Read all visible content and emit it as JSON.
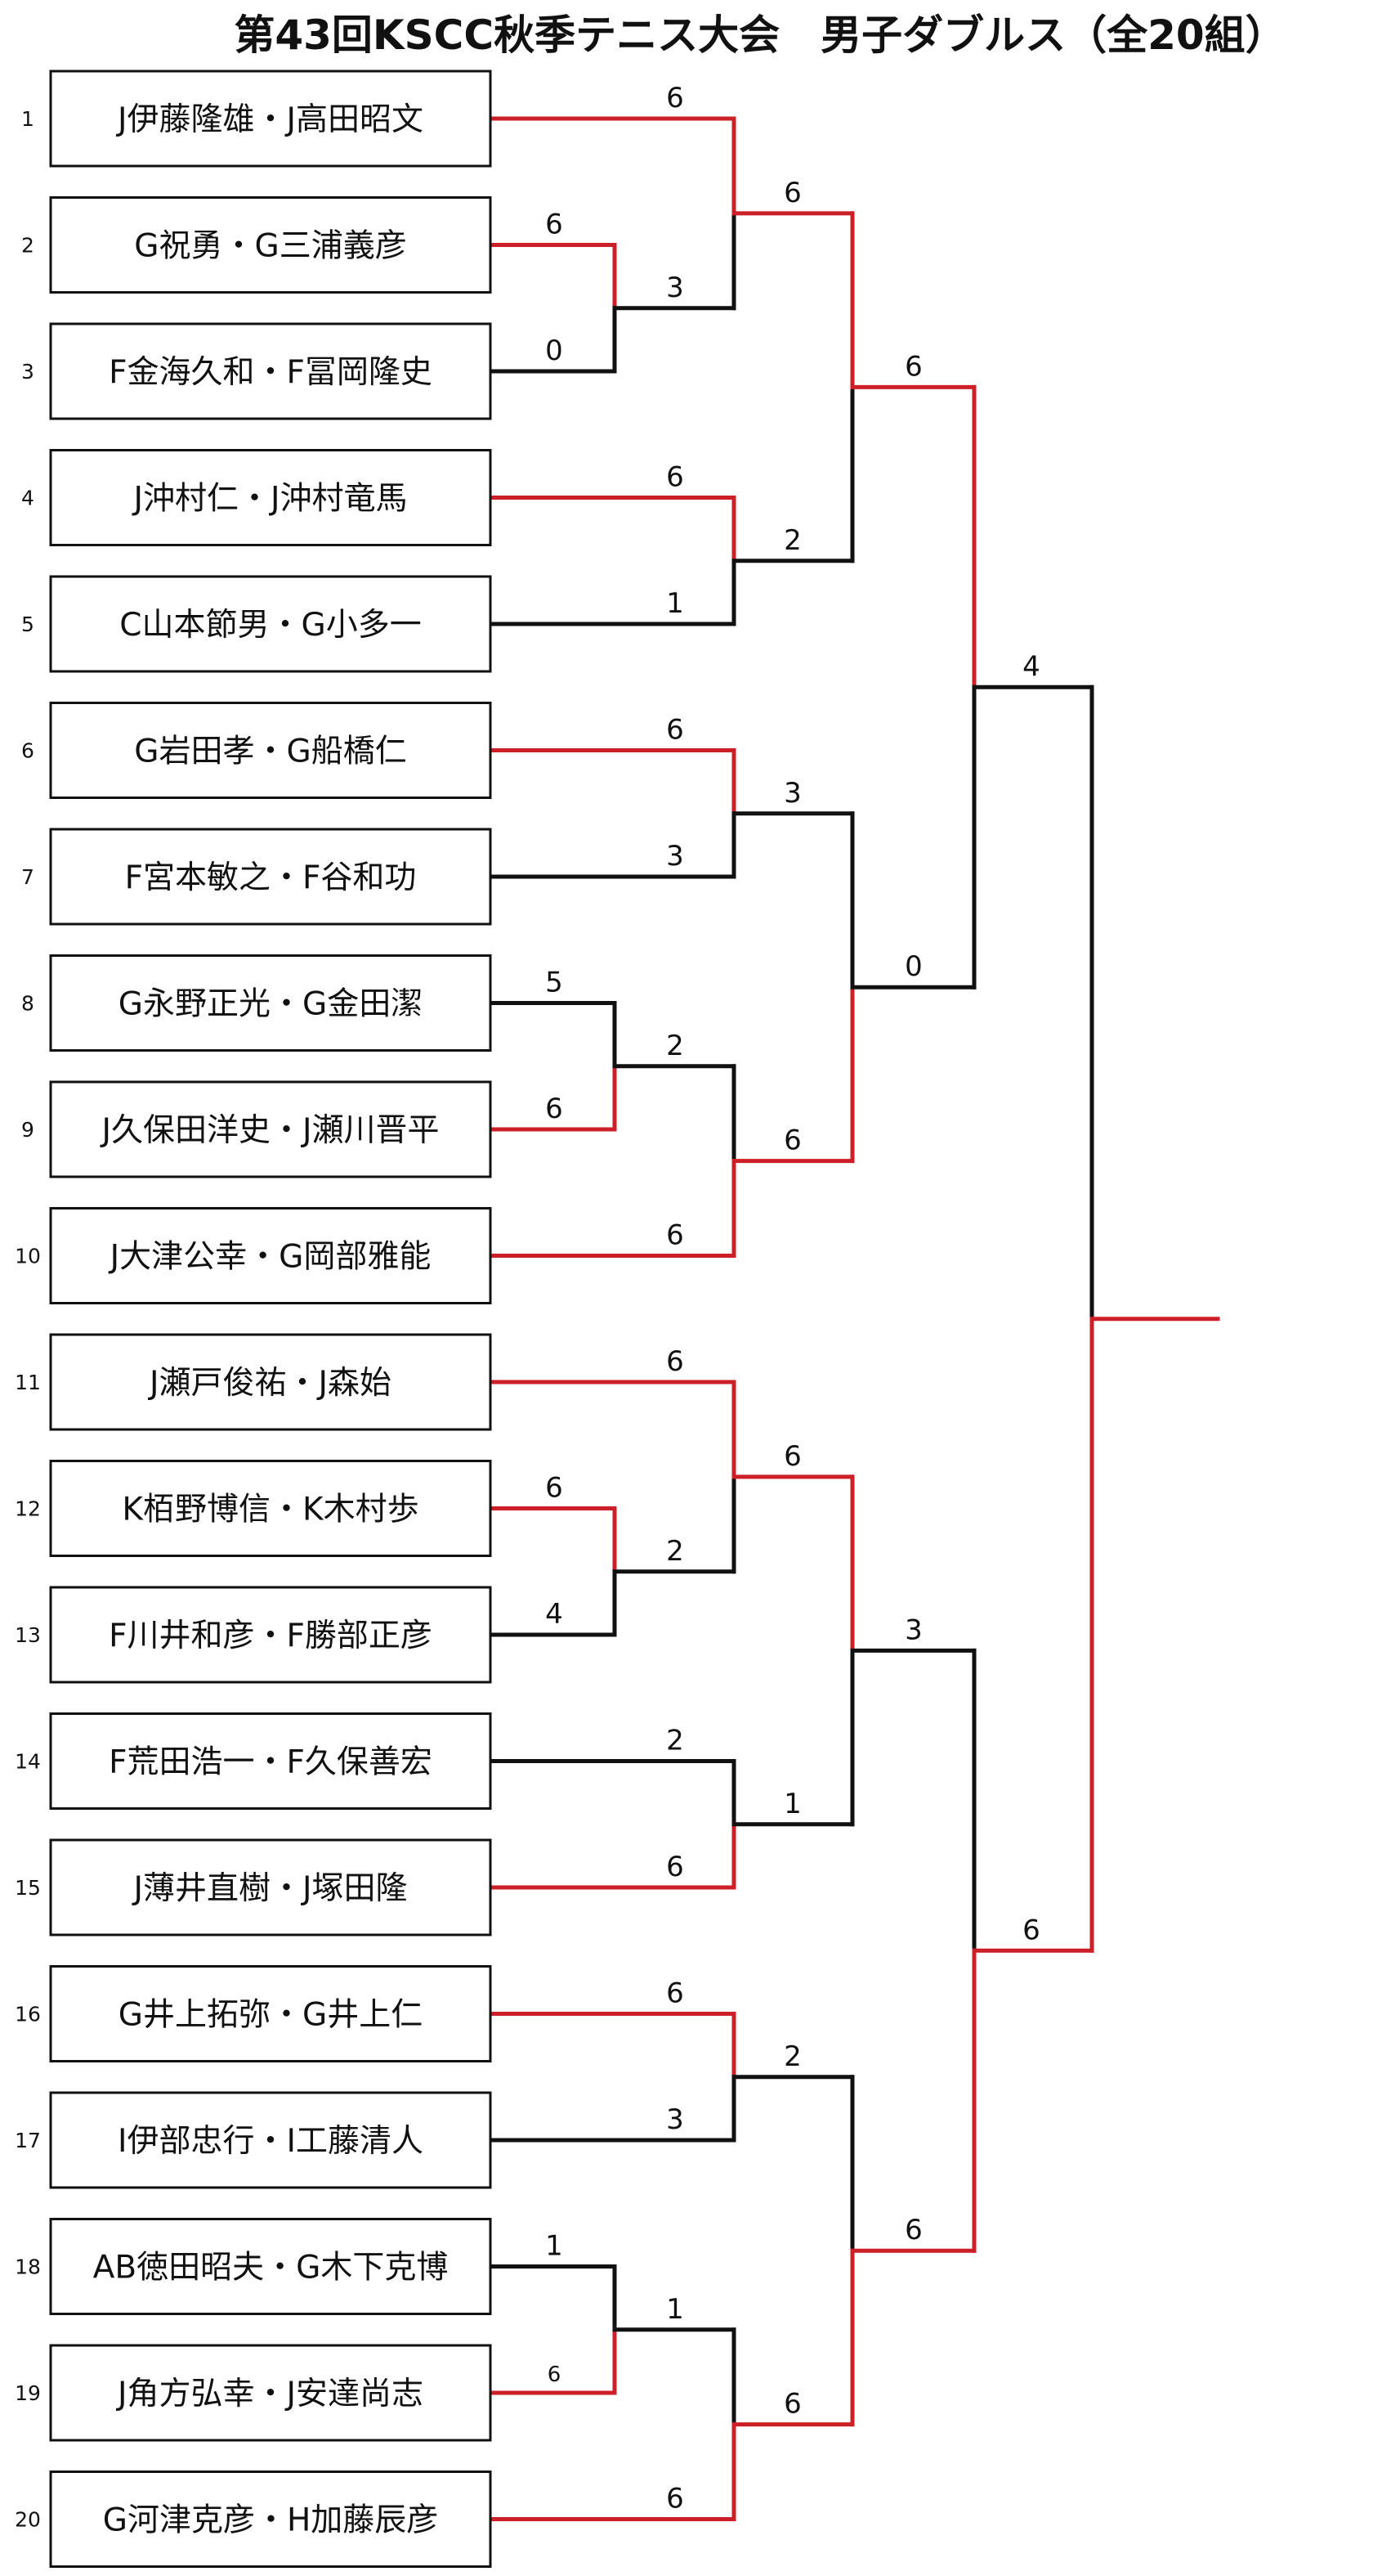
{
  "title": "第43回KSCC秋季テニス大会　男子ダブルス（全20組）",
  "colors": {
    "win": "#cc1f27",
    "lose": "#111111"
  },
  "entries": [
    {
      "seed": "1",
      "name": "J伊藤隆雄・J高田昭文"
    },
    {
      "seed": "2",
      "name": "G祝勇・G三浦義彦"
    },
    {
      "seed": "3",
      "name": "F金海久和・F冨岡隆史"
    },
    {
      "seed": "4",
      "name": "J沖村仁・J沖村竜馬"
    },
    {
      "seed": "5",
      "name": "C山本節男・G小多一"
    },
    {
      "seed": "6",
      "name": "G岩田孝・G船橋仁"
    },
    {
      "seed": "7",
      "name": "F宮本敏之・F谷和功"
    },
    {
      "seed": "8",
      "name": "G永野正光・G金田潔"
    },
    {
      "seed": "9",
      "name": "J久保田洋史・J瀬川晋平"
    },
    {
      "seed": "10",
      "name": "J大津公幸・G岡部雅能"
    },
    {
      "seed": "11",
      "name": "J瀬戸俊祐・J森始"
    },
    {
      "seed": "12",
      "name": "K栢野博信・K木村歩"
    },
    {
      "seed": "13",
      "name": "F川井和彦・F勝部正彦"
    },
    {
      "seed": "14",
      "name": "F荒田浩一・F久保善宏"
    },
    {
      "seed": "15",
      "name": "J薄井直樹・J塚田隆"
    },
    {
      "seed": "16",
      "name": "G井上拓弥・G井上仁"
    },
    {
      "seed": "17",
      "name": "I伊部忠行・I工藤清人"
    },
    {
      "seed": "18",
      "name": "AB徳田昭夫・G木下克博"
    },
    {
      "seed": "19",
      "name": "J角方弘幸・J安達尚志"
    },
    {
      "seed": "20",
      "name": "G河津克彦・H加藤辰彦"
    }
  ],
  "matches": {
    "A": {
      "scores": [
        "6",
        "0"
      ],
      "winner": 0
    },
    "B": {
      "scores": [
        "6",
        "3"
      ],
      "winner": 0
    },
    "C": {
      "scores": [
        "6",
        "1"
      ],
      "winner": 0
    },
    "D": {
      "scores": [
        "6",
        "3"
      ],
      "winner": 0
    },
    "E": {
      "scores": [
        "5",
        "6"
      ],
      "winner": 1
    },
    "F": {
      "scores": [
        "2",
        "6"
      ],
      "winner": 1
    },
    "G": {
      "scores": [
        "6",
        "2"
      ],
      "winner": 0
    },
    "H": {
      "scores": [
        "6",
        "4"
      ],
      "winner": 0
    },
    "I": {
      "scores": [
        "2",
        "6"
      ],
      "winner": 1
    },
    "J": {
      "scores": [
        "6",
        "3"
      ],
      "winner": 0
    },
    "K": {
      "scores": [
        "1",
        "6"
      ],
      "winner": 1
    },
    "L": {
      "scores": [
        "1",
        "6"
      ],
      "winner": 1
    },
    "Q1": {
      "scores": [
        "6",
        "2"
      ],
      "winner": 0
    },
    "Q2": {
      "scores": [
        "3",
        "6"
      ],
      "winner": 1
    },
    "Q3": {
      "scores": [
        "6",
        "1"
      ],
      "winner": 0
    },
    "Q4": {
      "scores": [
        "2",
        "6"
      ],
      "winner": 1
    },
    "S1": {
      "scores": [
        "6",
        "0"
      ],
      "winner": 0
    },
    "S2": {
      "scores": [
        "3",
        "6"
      ],
      "winner": 1
    },
    "F1": {
      "scores": [
        "4",
        "6"
      ],
      "winner": 1
    }
  }
}
